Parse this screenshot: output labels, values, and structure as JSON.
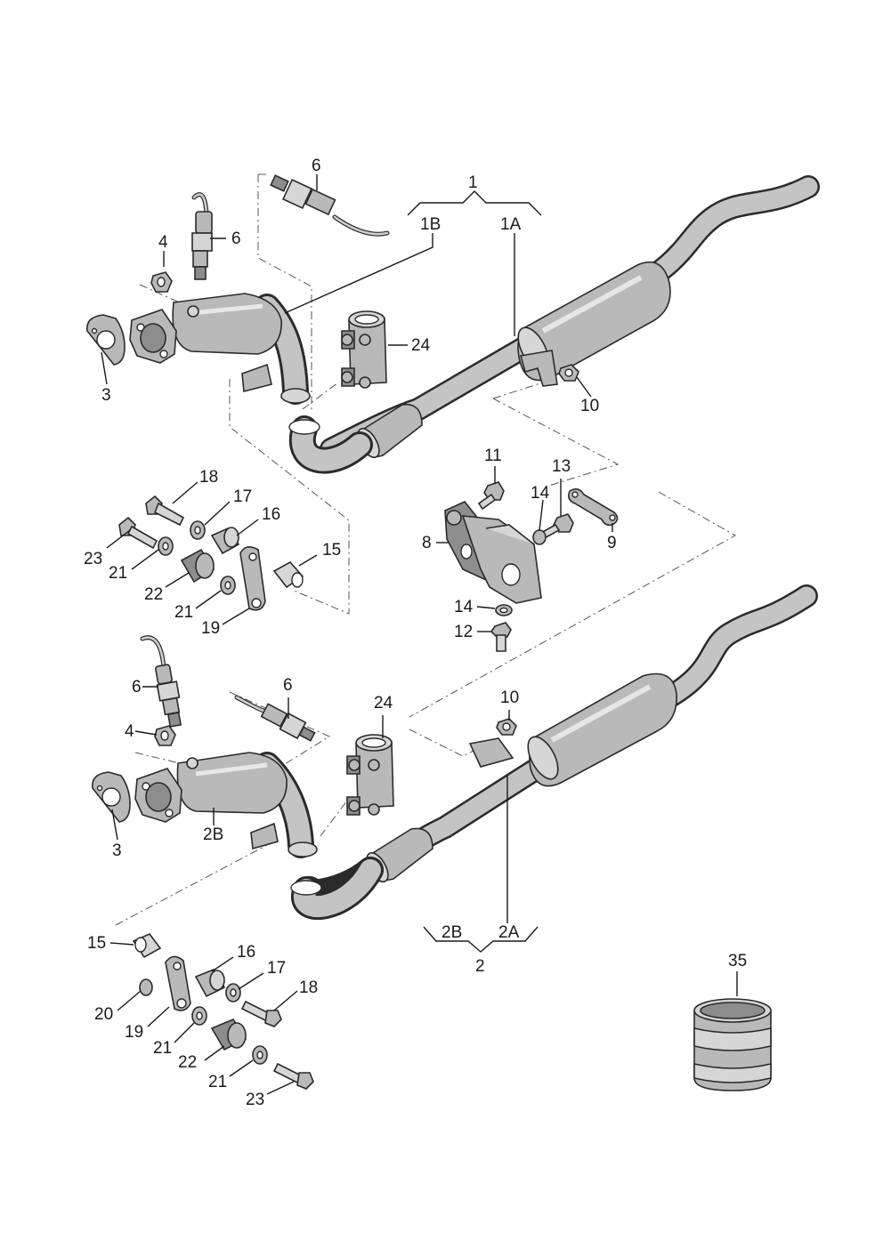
{
  "diagram": {
    "callouts": [
      "1",
      "1A",
      "1B",
      "6",
      "6",
      "4",
      "3",
      "24",
      "10",
      "18",
      "17",
      "16",
      "15",
      "23",
      "21",
      "22",
      "21",
      "19",
      "11",
      "13",
      "14",
      "9",
      "8",
      "14",
      "12",
      "6",
      "6",
      "4",
      "3",
      "2B",
      "24",
      "10",
      "2B",
      "2A",
      "2",
      "15",
      "16",
      "17",
      "18",
      "20",
      "19",
      "21",
      "22",
      "21",
      "23",
      "35"
    ]
  }
}
